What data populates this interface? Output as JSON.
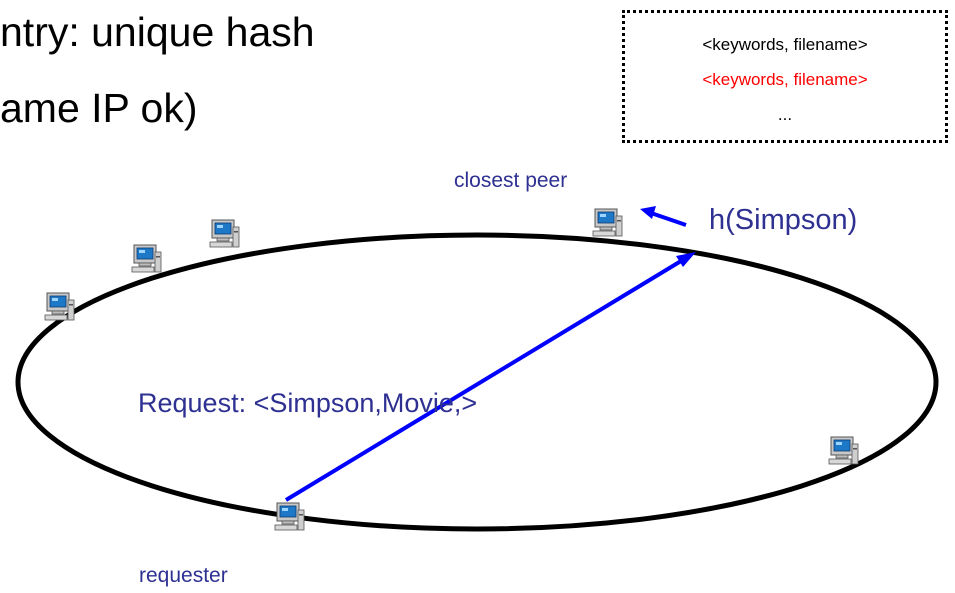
{
  "heading": {
    "line1": "ntry: unique hash",
    "line2": "ame IP ok)"
  },
  "index_box": {
    "entries": [
      {
        "text": "<keywords, filename>",
        "color": "#000000"
      },
      {
        "text": "<keywords, filename>",
        "color": "#ff0000"
      },
      {
        "text": "...",
        "color": "#000000"
      }
    ]
  },
  "diagram": {
    "closest_peer_label": "closest peer",
    "hash_label": "h(Simpson)",
    "request_label": "Request: <Simpson,Movie,>",
    "requester_label": "requester",
    "peer_icon": "computer-icon",
    "colors": {
      "ring": "#000000",
      "arrow": "#0000ff",
      "text": "#2e3192",
      "highlight": "#ff0000"
    }
  }
}
